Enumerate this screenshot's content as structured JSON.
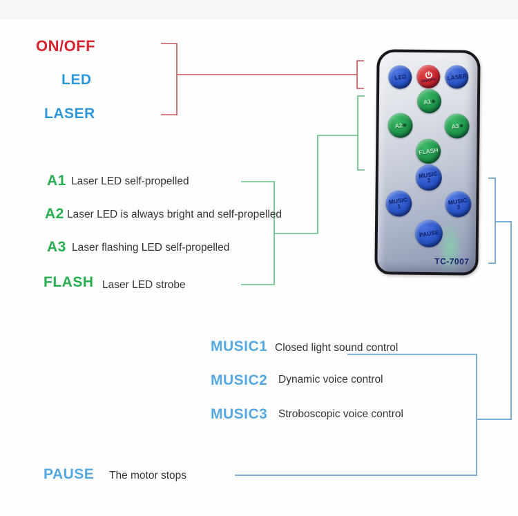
{
  "colors": {
    "label_red": "#d6232e",
    "label_blue": "#2e97d8",
    "label_blue_light": "#55a8e0",
    "label_green": "#27ae4f",
    "desc": "#333333",
    "line_red": "#c5525a",
    "line_green": "#5dbd7d",
    "line_blue": "#7fafd4",
    "btn_blue": "#2853c6",
    "btn_green": "#1d9549",
    "btn_red": "#c8242d"
  },
  "annotations": {
    "on_off": "ON/OFF",
    "led": "LED",
    "laser": "LASER",
    "a1": {
      "label": "A1",
      "desc": "Laser LED self-propelled"
    },
    "a2": {
      "label": "A2",
      "desc": "Laser LED is always bright and self-propelled"
    },
    "a3": {
      "label": "A3",
      "desc": "Laser flashing LED self-propelled"
    },
    "flash": {
      "label": "FLASH",
      "desc": "Laser LED strobe"
    },
    "music1": {
      "label": "MUSIC1",
      "desc": "Closed light sound control"
    },
    "music2": {
      "label": "MUSIC2",
      "desc": "Dynamic voice control"
    },
    "music3": {
      "label": "MUSIC3",
      "desc": "Stroboscopic voice control"
    },
    "pause": {
      "label": "PAUSE",
      "desc": "The motor stops"
    }
  },
  "remote": {
    "model": "TC-7007",
    "buttons": {
      "led": "LED",
      "onoff": "ON/OFF",
      "laser": "LASER",
      "a1": "A1",
      "a2": "A2",
      "a3": "A3",
      "flash": "FLASH",
      "music_word": "MUSIC",
      "music1_num": "1",
      "music2_num": "2",
      "music3_num": "3",
      "pause": "PAUSE"
    }
  }
}
